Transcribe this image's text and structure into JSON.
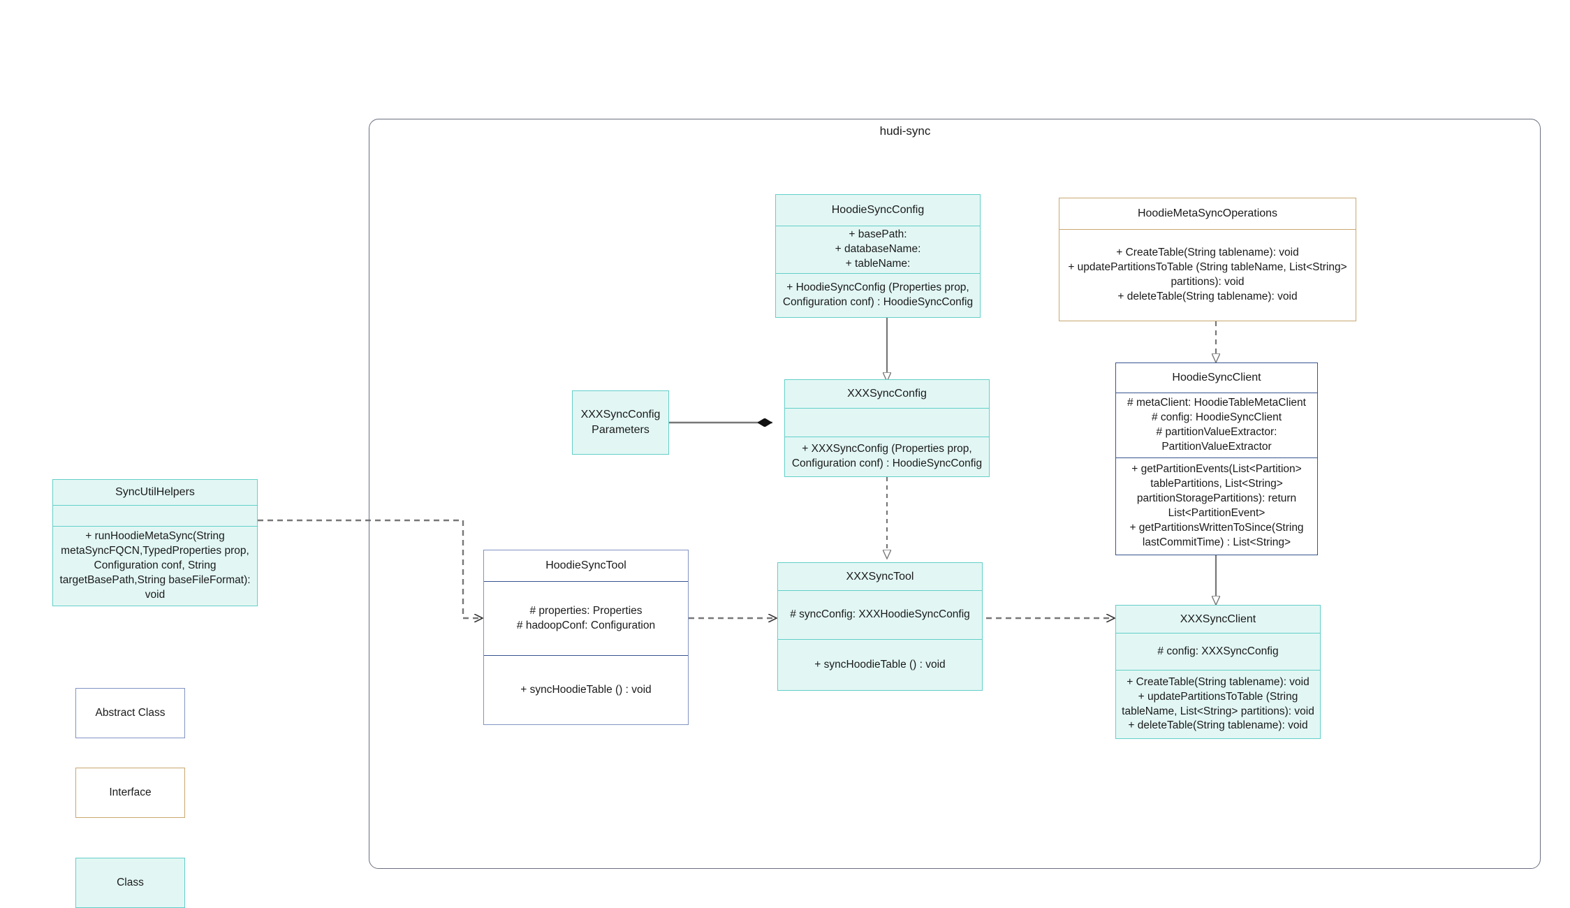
{
  "diagram": {
    "package_title": "hudi-sync"
  },
  "classes": {
    "hoodie_sync_config": {
      "title": "HoodieSyncConfig",
      "attributes": "+    basePath:\n+   databaseName:\n+    tableName:",
      "methods": "+   HoodieSyncConfig (Properties prop, Configuration conf) : HoodieSyncConfig"
    },
    "hoodie_meta_sync_operations": {
      "title": "HoodieMetaSyncOperations",
      "methods": "+   CreateTable(String tablename): void\n+   updatePartitionsToTable (String tableName, List<String> partitions): void\n+   deleteTable(String tablename): void"
    },
    "hoodie_sync_client": {
      "title": "HoodieSyncClient",
      "attributes": "#   metaClient: HoodieTableMetaClient\n#   config: HoodieSyncClient\n#    partitionValueExtractor: PartitionValueExtractor",
      "methods": "+   getPartitionEvents(List<Partition> tablePartitions, List<String> partitionStoragePartitions): return List<PartitionEvent>\n+   getPartitionsWrittenToSince(String lastCommitTime) : List<String>"
    },
    "xxx_sync_config_parameters": {
      "title": "XXXSyncConfigParameters"
    },
    "xxx_sync_config": {
      "title": "XXXSyncConfig",
      "attributes": "",
      "methods": "+   XXXSyncConfig (Properties prop, Configuration conf) : HoodieSyncConfig"
    },
    "sync_util_helpers": {
      "title": "SyncUtilHelpers",
      "attributes": "",
      "methods": "+     runHoodieMetaSync(String metaSyncFQCN,TypedProperties prop, Configuration conf, String targetBasePath,String baseFileFormat): void"
    },
    "hoodie_sync_tool": {
      "title": "HoodieSyncTool",
      "attributes": "#   properties: Properties\n#   hadoopConf: Configuration",
      "methods": "+   syncHoodieTable () : void"
    },
    "xxx_sync_tool": {
      "title": "XXXSyncTool",
      "attributes": "#   syncConfig: XXXHoodieSyncConfig",
      "methods": "+   syncHoodieTable () : void"
    },
    "xxx_sync_client": {
      "title": "XXXSyncClient",
      "attributes": "#    config: XXXSyncConfig",
      "methods": "+    CreateTable(String tablename): void\n+    updatePartitionsToTable (String tableName, List<String> partitions): void\n+    deleteTable(String tablename): void"
    }
  },
  "legend": {
    "abstract_class": "Abstract Class",
    "interface": "Interface",
    "clazz": "Class"
  },
  "colors": {
    "class_fill": "#e2f7f4",
    "class_border": "#63cfc9",
    "abstract_border": "#8193c4",
    "interface_border": "#c8a770",
    "connector": "#777777",
    "package_border": "#6b6f80"
  }
}
